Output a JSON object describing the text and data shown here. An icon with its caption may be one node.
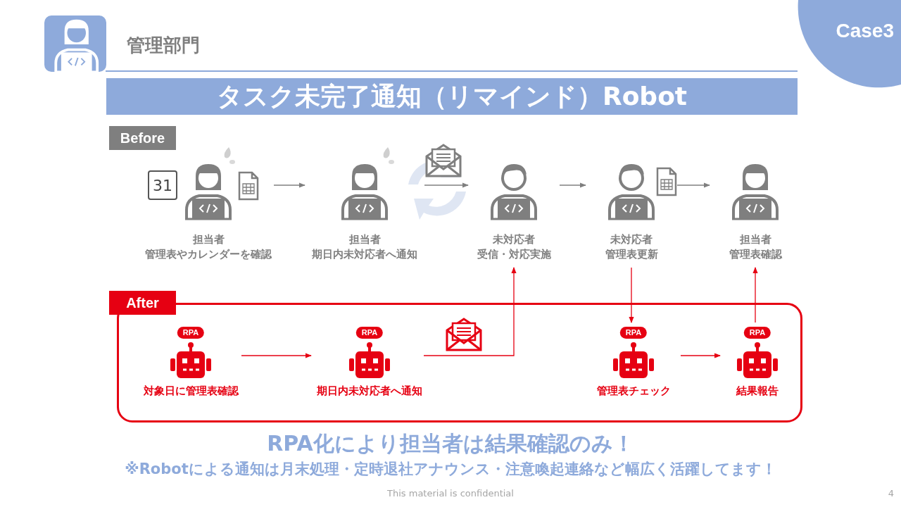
{
  "diagram": {
    "title": "タスク未完了通知（リマインド）Robot",
    "nodes": [
      {
        "text": [
          "担当者",
          "管理表やカレンダーを確認"
        ]
      },
      {
        "text": [
          "担当者",
          "期日内未対応者へ通知"
        ]
      },
      {
        "text": [
          "未対応者",
          "受信・対応実施"
        ]
      },
      {
        "text": [
          "未対応者",
          "管理表更新"
        ]
      },
      {
        "text": [
          "担当者",
          "管理表確認"
        ]
      },
      {
        "text": [
          "After"
        ]
      },
      {
        "text": [
          "RPA",
          "対象日に管理表確認"
        ],
        "in": 5
      },
      {
        "text": [
          "RPA",
          "期日内未対応者へ通知"
        ],
        "in": 5
      },
      {
        "text": [
          "RPA",
          "管理表チェック"
        ],
        "in": 5
      },
      {
        "text": [
          "RPA",
          "結果報告"
        ],
        "in": 5
      }
    ],
    "edges": [
      {
        "from": 0,
        "to": 1,
        "arrow": "to",
        "color": "#7f7f7f"
      },
      {
        "from": 1,
        "to": 2,
        "arrow": "to",
        "color": "#7f7f7f"
      },
      {
        "from": 2,
        "to": 3,
        "arrow": "to",
        "color": "#7f7f7f"
      },
      {
        "from": 3,
        "to": 4,
        "arrow": "to",
        "color": "#7f7f7f"
      },
      {
        "from": 6,
        "to": 7,
        "arrow": "to"
      },
      {
        "from": 7,
        "to": 2,
        "arrow": "to"
      },
      {
        "from": 3,
        "to": 8,
        "arrow": "to"
      },
      {
        "from": 8,
        "to": 9,
        "arrow": "to"
      },
      {
        "from": 9,
        "to": 4,
        "arrow": "to"
      }
    ],
    "labels": [
      "管理部門",
      "Case3",
      "Before",
      "31",
      "RPA化により担当者は結果確認のみ！",
      "※Robotによる通知は月末処理・定時退社アナウンス・注意喚起連絡など幅広く活躍してます！",
      "This material is confidential",
      "4"
    ]
  }
}
